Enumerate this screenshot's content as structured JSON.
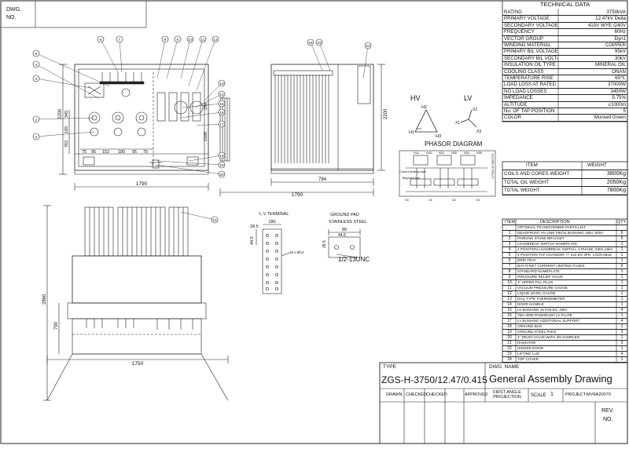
{
  "corner": {
    "dwg_label": "DWG.",
    "no_label": "NO."
  },
  "technical": {
    "title": "TECHNICAL DATA",
    "rows": [
      {
        "label": "RATING",
        "value": "3750kVA"
      },
      {
        "label": "PRIMARY VOLTAGE",
        "value": "12.47kV Delta"
      },
      {
        "label": "SECONDARY VOLTAGE",
        "value": "415V WYE /240V"
      },
      {
        "label": "FREQUENCY",
        "value": "60Hz"
      },
      {
        "label": "VECTOR GROUP",
        "value": "Dyn1"
      },
      {
        "label": "WINDING MATERIAL",
        "value": "COPPER"
      },
      {
        "label": "PRIMARY BIL VOLTAGE",
        "value": "95kV"
      },
      {
        "label": "SECONDARY BIL VOLTAGE",
        "value": "30kV"
      },
      {
        "label": "INSULATION OIL TYPE",
        "value": "MINERAL OIL"
      },
      {
        "label": "COOLING CLASS",
        "value": "ONAN"
      },
      {
        "label": "TEMPERATURE RISE",
        "value": "65℃"
      },
      {
        "label": "LOAD LOSS AT RATED VOLTAGE",
        "value": "37000W"
      },
      {
        "label": "NO LOAD LOSSES",
        "value": "3450W"
      },
      {
        "label": "IMPEDANCE",
        "value": "5.75%"
      },
      {
        "label": "ALTITUDE",
        "value": "≤1000m"
      },
      {
        "label": "No. OF TAP POSITION",
        "value": "5"
      },
      {
        "label": "COLOR",
        "value": "Munsell Green"
      }
    ]
  },
  "weights": {
    "header_item": "ITEM",
    "header_weight": "WEIGHT",
    "rows": [
      {
        "label": "COILS AND CORES WEIGHT",
        "value": "3800Kg"
      },
      {
        "label": "TOTAL OIL WEIGHT",
        "value": "2050Kg"
      },
      {
        "label": "TOTAL WEIGHT",
        "value": "7800Kg"
      }
    ]
  },
  "phasor": {
    "hv": "HV",
    "lv": "LV",
    "title": "PHASOR DIAGRAM",
    "h1": "H1",
    "h2": "H2",
    "h3": "H3",
    "x1": "X1",
    "x2": "X2",
    "x3": "X3"
  },
  "parts": {
    "header_item": "ITEM",
    "header_desc": "DESCRIPTION",
    "header_qty": "QTY",
    "rows": [
      {
        "item": "",
        "desc": "OPTIONAL TRANSFORMER PARTS LIST",
        "qty": ""
      },
      {
        "item": "1",
        "desc": "DEADFRONT HV ONE PIECE BUSHING 15kV, 600A",
        "qty": "6"
      },
      {
        "item": "2",
        "desc": "PARKING STAND BRACKET",
        "qty": "6"
      },
      {
        "item": "3",
        "desc": "LOADBREAK SWITCH NAMEPLATE",
        "qty": "1"
      },
      {
        "item": "4",
        "desc": "4 POSITION LOADBREAK SWITCH, 3 PHASE, 630A,15kV",
        "qty": "1"
      },
      {
        "item": "5",
        "desc": "5 POSITION TAP CHANGER +/- 2x2.5% 3PH, LOCKABLE",
        "qty": "1"
      },
      {
        "item": "6",
        "desc": "DRIP TRAY",
        "qty": "1"
      },
      {
        "item": "7",
        "desc": "BAY-O-NET CURRENT LIMITING FUSES",
        "qty": "6"
      },
      {
        "item": "8",
        "desc": "STANDARD NAMEPLATE",
        "qty": "1"
      },
      {
        "item": "9",
        "desc": "PRESSURE RELIEF VALVE",
        "qty": "1"
      },
      {
        "item": "10",
        "desc": "1\" UPPER FILL PLUG",
        "qty": "1"
      },
      {
        "item": "11",
        "desc": "VACUUM PRESSURE GAUGE",
        "qty": "1"
      },
      {
        "item": "12",
        "desc": "LIQUID LEVEL GAUGE",
        "qty": "1"
      },
      {
        "item": "13",
        "desc": "DIAL TYPE THERMOMETER",
        "qty": "1"
      },
      {
        "item": "14",
        "desc": "DOOR HANDLE",
        "qty": "1"
      },
      {
        "item": "15",
        "desc": "LV BUSHING 16 HOLES, 30kV",
        "qty": "4"
      },
      {
        "item": "16",
        "desc": "750~4000 PADMOUNT LV PLATE",
        "qty": "1"
      },
      {
        "item": "17",
        "desc": "LV BUSHING ADDITIONAL SUPPORT",
        "qty": "4"
      },
      {
        "item": "18",
        "desc": "GROUND BUS",
        "qty": "1"
      },
      {
        "item": "19",
        "desc": "GROUND STEEL PADS",
        "qty": "3"
      },
      {
        "item": "20",
        "desc": "1\" DRAIN VALVE WITH 3/8 SAMPLER",
        "qty": "1"
      },
      {
        "item": "21",
        "desc": "RADIATOR",
        "qty": "3"
      },
      {
        "item": "22",
        "desc": "HINGED DOOR",
        "qty": "1"
      },
      {
        "item": "23",
        "desc": "LIFTING LUG",
        "qty": "4"
      },
      {
        "item": "24",
        "desc": "TOP COVER",
        "qty": "1"
      }
    ]
  },
  "title_block": {
    "type_label": "TYPE",
    "type_value": "ZGS-H-3750/12.47/0.415",
    "dwg_name_label": "DWG. NAME",
    "dwg_name_value": "General Assembly Drawing",
    "drawn": "DRAWN",
    "checked1": "CHECKED",
    "checked2": "CHECKED",
    "approved": "APPROVED",
    "projection": "FIRST ANGLE PROJECTION",
    "scale_label": "SCALE",
    "scale_value": "1",
    "project": "PROJECT:MV9A20070",
    "rev": "REV.",
    "no": "NO."
  },
  "dims": {
    "front_width": "1790",
    "side_depth": "784",
    "side_height": "2200",
    "front_height": "2200",
    "top_width": "1750",
    "top_height": "2860",
    "top_inner": "790",
    "d1": "165",
    "d2": "345",
    "d3": "762",
    "d4": "1100",
    "d5": "75",
    "d6": "95",
    "d7": "152",
    "d8": "180",
    "d9": "95",
    "d10": "75",
    "d11": "290"
  },
  "lv_terminal": {
    "title": "L.V TERMINAL",
    "w": "180",
    "d1": "28.5",
    "d2": "44.5",
    "holes": "16 x Ø14"
  },
  "ground_pad": {
    "title": "GROUND PAD",
    "subtitle": "STAINLESS STEEL",
    "w": "89",
    "d1": "44.5",
    "d2": "28.5",
    "thread": "1/2-13UNC"
  },
  "callouts": [
    "1",
    "2",
    "3",
    "4",
    "5",
    "6",
    "7",
    "8",
    "9",
    "10",
    "11",
    "12",
    "13",
    "14",
    "15",
    "16",
    "17",
    "18",
    "19",
    "20",
    "21",
    "22",
    "23",
    "24"
  ],
  "schematic": {
    "label_a": "Current limiting fuse",
    "label_b": "Bayonet fuse",
    "label_c": "4 POS LB SWITCH",
    "terms": [
      "X0",
      "X1",
      "X2",
      "X3"
    ],
    "hterms": [
      "H1A",
      "H1B",
      "H2A",
      "H2B",
      "H3A",
      "H3B"
    ]
  }
}
